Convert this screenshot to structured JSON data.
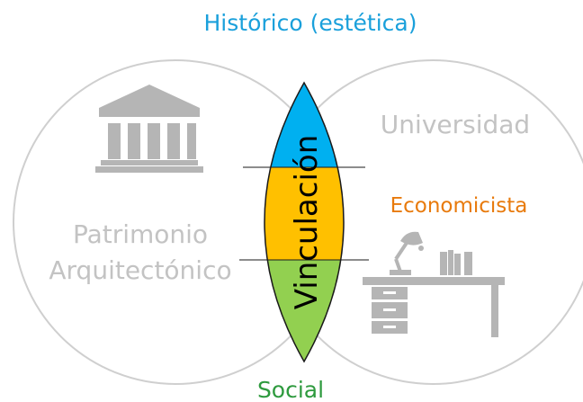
{
  "diagram": {
    "labels": {
      "top": "Histórico (estética)",
      "bottom": "Social",
      "left_line1": "Patrimonio",
      "left_line2": "Arquitectónico",
      "right_top": "Universidad",
      "right_middle": "Economicista",
      "intersection": "Vinculación"
    },
    "colors": {
      "top_label": "#1aa0db",
      "bottom_label": "#2e9a3e",
      "economicista": "#e87a0c",
      "gray_text": "#c3c3c3",
      "circle_stroke": "#cfcfcf",
      "band_top": "#00b0f0",
      "band_middle": "#ffc000",
      "band_bottom": "#92d050",
      "lens_outline": "#1a1a1a",
      "icon_gray": "#b5b5b5"
    },
    "icons": [
      "museum-building-icon",
      "desk-lamp-icon"
    ]
  }
}
